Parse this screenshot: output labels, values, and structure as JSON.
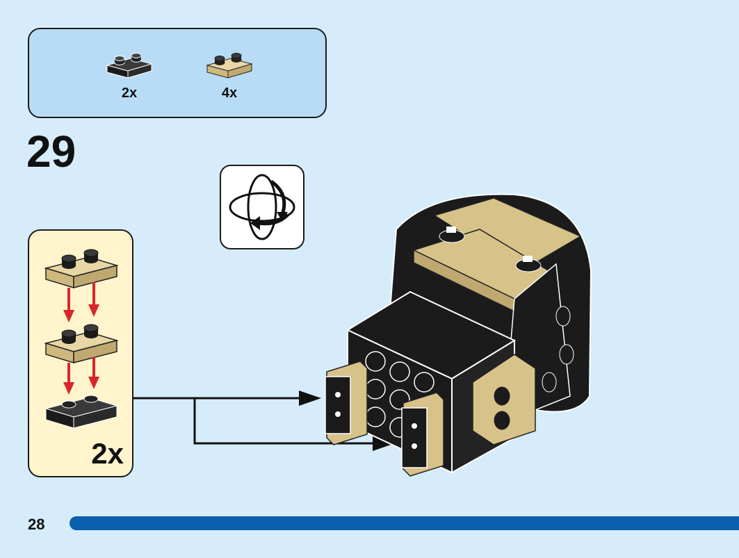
{
  "parts": [
    {
      "color": "black",
      "quantity": "2x"
    },
    {
      "color": "tan",
      "quantity": "4x"
    }
  ],
  "step": {
    "number": "29"
  },
  "submodel": {
    "multiplier": "2x"
  },
  "page": {
    "number": "28"
  },
  "colors": {
    "background": "#d6ecfb",
    "parts_box": "#b9dcf6",
    "submodel_box": "#fff4cc",
    "brick_black": "#1b1b1b",
    "brick_tan": "#d7c28a",
    "arrow_red": "#d8262b",
    "page_bar": "#0a5fae"
  }
}
